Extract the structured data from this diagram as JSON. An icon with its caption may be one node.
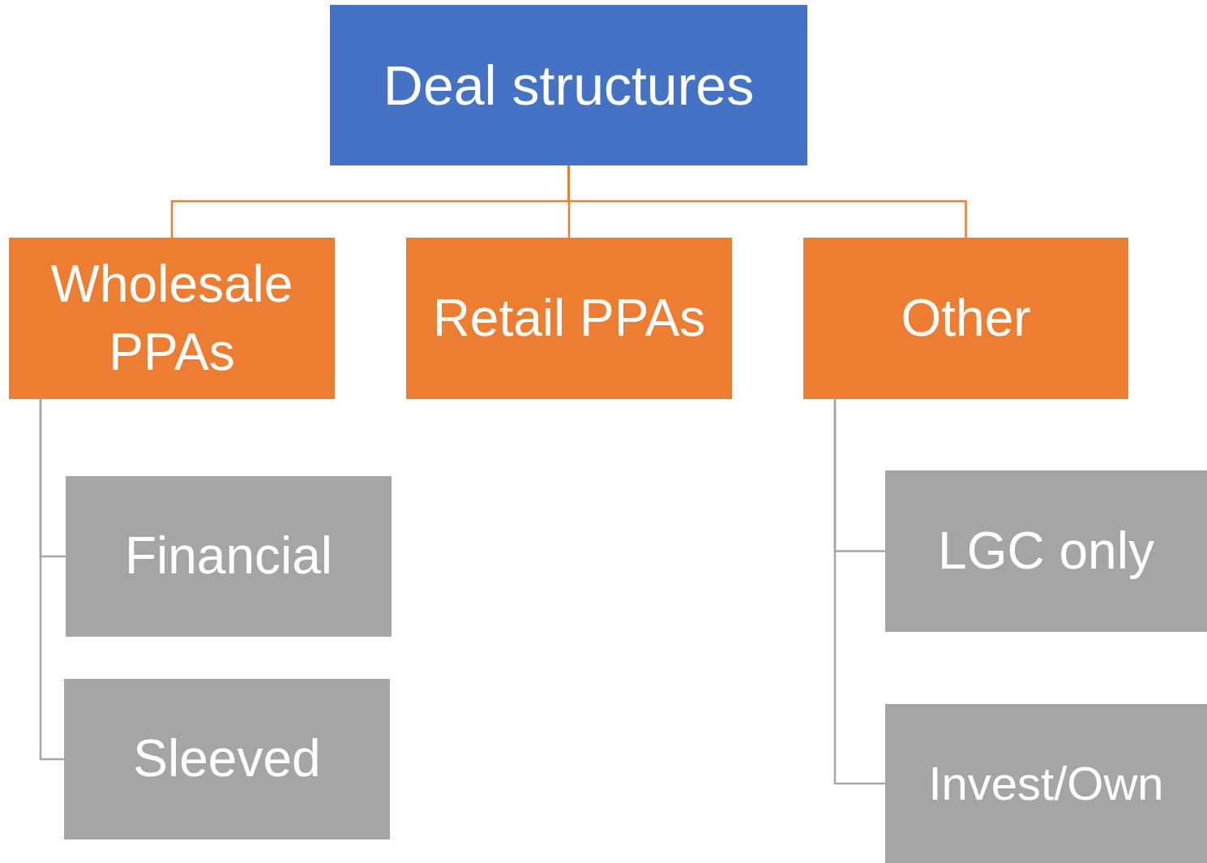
{
  "diagram": {
    "nodes": [
      {
        "text": [
          "Deal structures"
        ]
      },
      {
        "text": [
          "Wholesale PPAs"
        ]
      },
      {
        "text": [
          "Retail PPAs"
        ]
      },
      {
        "text": [
          "Other"
        ]
      },
      {
        "text": [
          "Financial"
        ]
      },
      {
        "text": [
          "Sleeved"
        ]
      },
      {
        "text": [
          "LGC only"
        ]
      },
      {
        "text": [
          "Invest/Own"
        ]
      }
    ],
    "edges": [
      {
        "from": 0,
        "to": 1,
        "arrow": "none",
        "color": "#ed7d31"
      },
      {
        "from": 0,
        "to": 2,
        "arrow": "none",
        "color": "#ed7d31"
      },
      {
        "from": 0,
        "to": 3,
        "arrow": "none",
        "color": "#ed7d31"
      },
      {
        "from": 1,
        "to": 4,
        "arrow": "none",
        "color": "#a5a5a5"
      },
      {
        "from": 1,
        "to": 5,
        "arrow": "none",
        "color": "#a5a5a5"
      },
      {
        "from": 3,
        "to": 6,
        "arrow": "none",
        "color": "#a5a5a5"
      },
      {
        "from": 3,
        "to": 7,
        "arrow": "none",
        "color": "#a5a5a5"
      }
    ]
  }
}
